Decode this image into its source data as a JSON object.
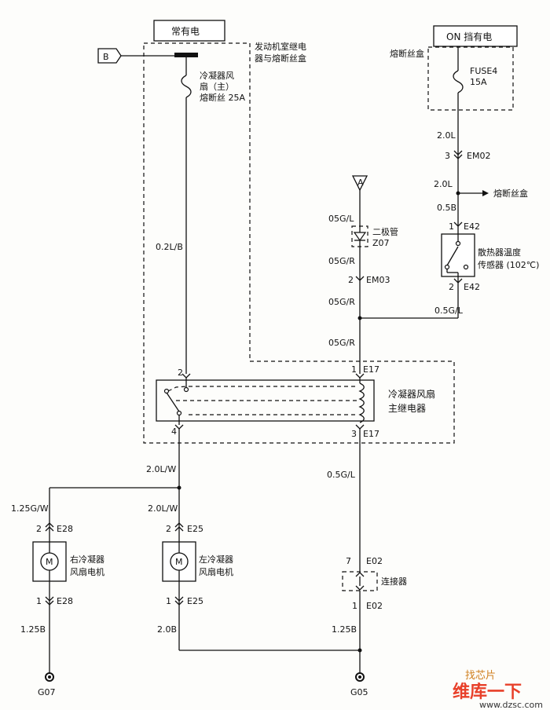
{
  "power": {
    "constant": "常有电",
    "on_position": "ON 挡有电"
  },
  "connectors": {
    "B": "B",
    "A": "A"
  },
  "boxes": {
    "engine_relay_fuse_box_line1": "发动机室继电",
    "engine_relay_fuse_box_line2": "器与熔断丝盒",
    "fuse_box": "熔断丝盒",
    "to_fuse_box": "熔断丝盒"
  },
  "fuses": {
    "condenser_fan_fuse_line1": "冷凝器风",
    "condenser_fan_fuse_line2": "扇（主）",
    "condenser_fan_fuse_line3": "熔断丝 25A",
    "fuse4_name": "FUSE4",
    "fuse4_rating": "15A"
  },
  "wires": {
    "w_02LB": "0.2L/B",
    "w_20L_a": "2.0L",
    "w_20L_b": "2.0L",
    "w_05B": "0.5B",
    "w_05GL_top": "05G/L",
    "w_05GR_1": "05G/R",
    "w_05GR_2": "05G/R",
    "w_05GR_3": "05G/R",
    "w_05GL_sensor": "0.5G/L",
    "w_20LW_main": "2.0L/W",
    "w_125GW": "1.25G/W",
    "w_20LW_left": "2.0L/W",
    "w_05GL_bottom": "0.5G/L",
    "w_125B_right": "1.25B",
    "w_20B": "2.0B",
    "w_125B_conn": "1.25B"
  },
  "pins": {
    "em02_pin": "3",
    "em02": "EM02",
    "e42_top_pin": "1",
    "e42_top": "E42",
    "e42_bot_pin": "2",
    "e42_bot": "E42",
    "em03_pin": "2",
    "em03": "EM03",
    "relay_pin2": "2",
    "relay_pin1": "1",
    "e17_top": "E17",
    "relay_pin4": "4",
    "relay_pin3": "3",
    "e17_bot": "E17",
    "e28_top_pin": "2",
    "e28_top": "E28",
    "e28_bot_pin": "1",
    "e28_bot": "E28",
    "e25_top_pin": "2",
    "e25_top": "E25",
    "e25_bot_pin": "1",
    "e25_bot": "E25",
    "e02_top_pin": "7",
    "e02_top": "E02",
    "e02_bot_pin": "1",
    "e02_bot": "E02"
  },
  "components": {
    "diode_line1": "二极管",
    "diode_line2": "Z07",
    "sensor_line1": "散热器温度",
    "sensor_line2": "传感器 (102℃)",
    "relay_line1": "冷凝器风扇",
    "relay_line2": "主继电器",
    "right_motor_line1": "右冷凝器",
    "right_motor_line2": "风扇电机",
    "left_motor_line1": "左冷凝器",
    "left_motor_line2": "风扇电机",
    "motor_symbol": "M",
    "connector_label": "连接器"
  },
  "grounds": {
    "g07": "G07",
    "g05": "G05"
  },
  "watermark": {
    "site_name": "维库一下",
    "brand": "找芯片",
    "url": "www.dzsc.com"
  }
}
